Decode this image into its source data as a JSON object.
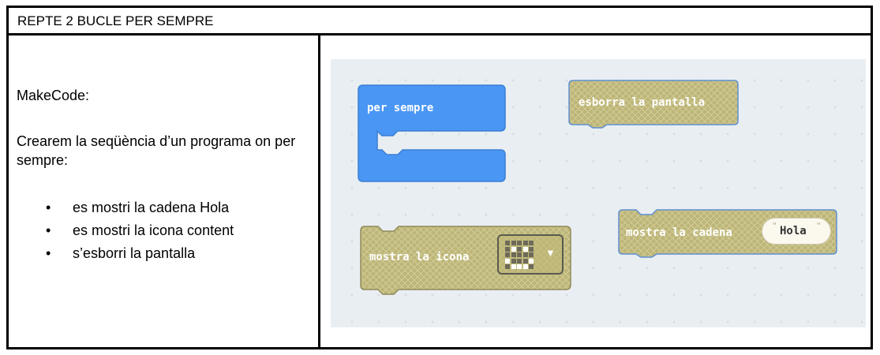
{
  "title": "REPTE 2 BUCLE PER SEMPRE",
  "left": {
    "heading": "MakeCode:",
    "intro": "Crearem la seqüència d’un programa on per sempre:",
    "bullets": [
      "es mostri la cadena Hola",
      "es mostri la icona content",
      "s’esborri la pantalla"
    ]
  },
  "blocks": {
    "forever": {
      "label": "per sempre",
      "color": "#4a96f4"
    },
    "clear_screen": {
      "label": "esborra la pantalla"
    },
    "show_icon": {
      "label": "mostra la icona",
      "icon": "happy-face-icon"
    },
    "show_string": {
      "label": "mostra la cadena",
      "value": "Hola"
    },
    "disabled_fill": "#bdb577",
    "disabled_stroke": "#8f8a5a"
  }
}
